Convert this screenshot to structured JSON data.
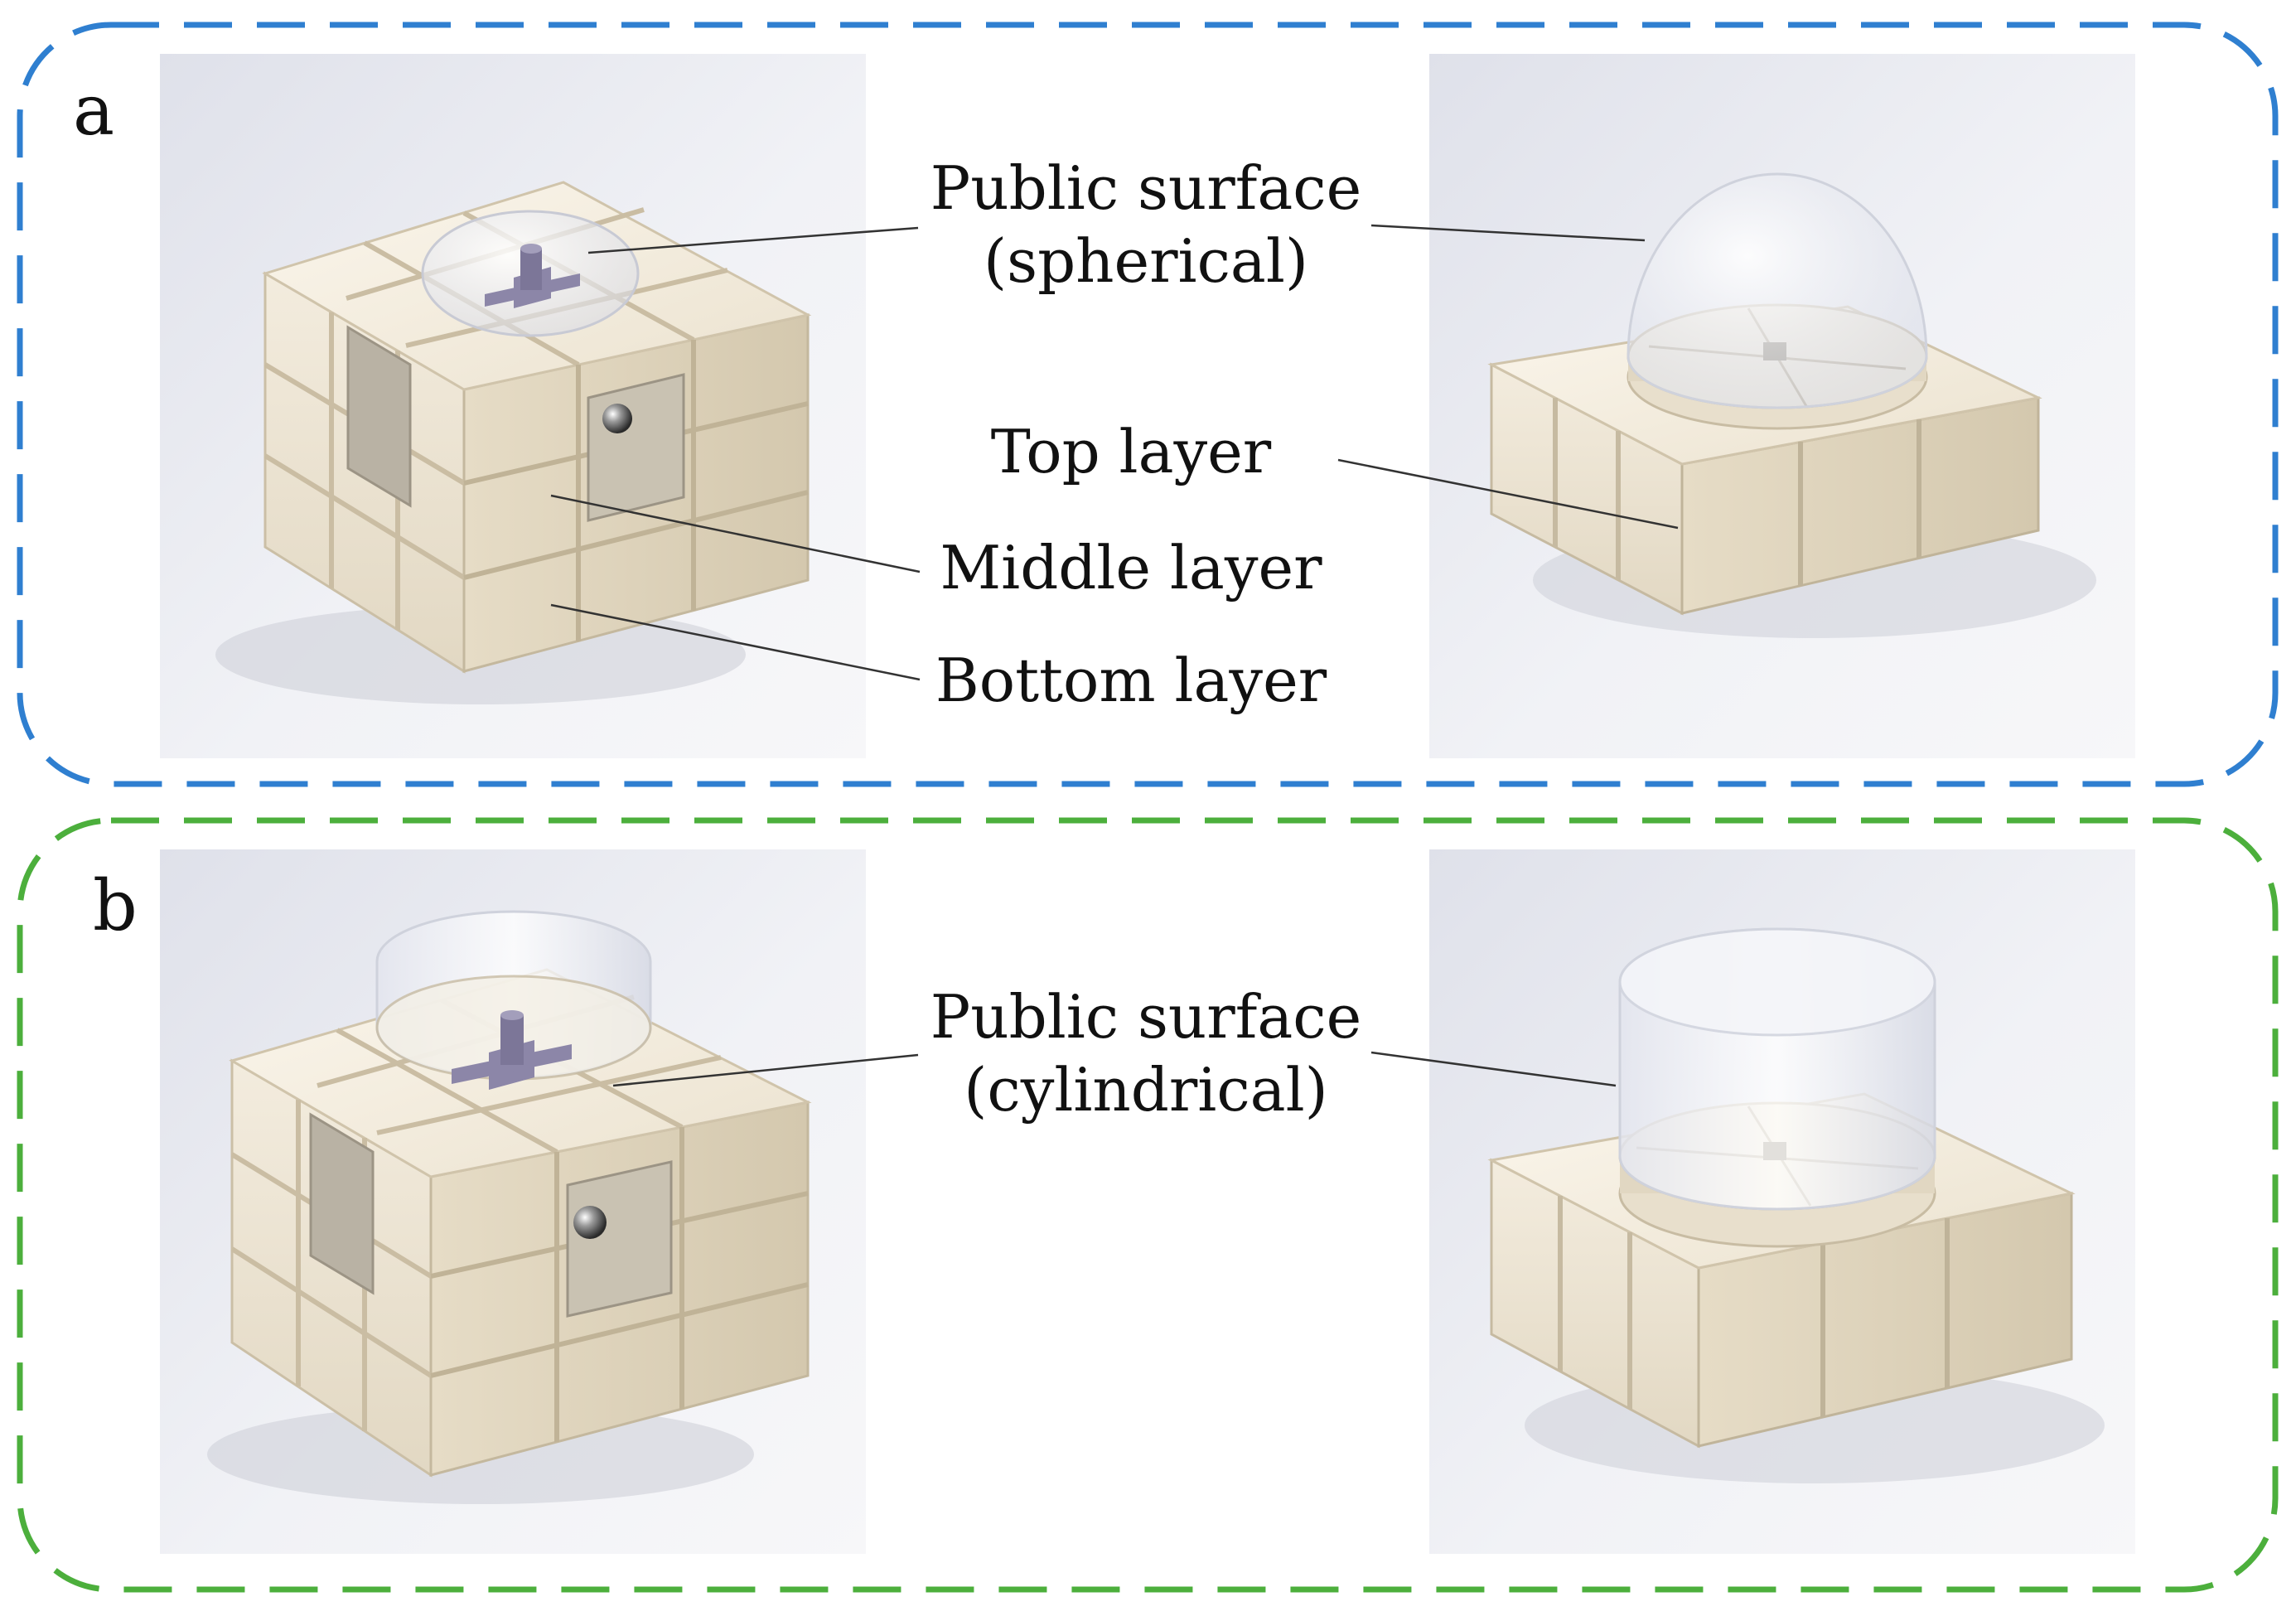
{
  "panels": {
    "a": {
      "label": "a",
      "border_color": "#2f7fd0",
      "labels": {
        "public_surface_line1": "Public surface",
        "public_surface_line2": "(spherical)",
        "top_layer": "Top layer",
        "middle_layer": "Middle layer",
        "bottom_layer": "Bottom layer"
      }
    },
    "b": {
      "label": "b",
      "border_color": "#4caf3c",
      "labels": {
        "public_surface_line1": "Public surface",
        "public_surface_line2": "(cylindrical)"
      }
    }
  },
  "colors": {
    "cube": "#efe6d4",
    "cube_shadow": "#d8ccb4",
    "core": "#8c86a8",
    "background_render": "#e9ebf2"
  }
}
